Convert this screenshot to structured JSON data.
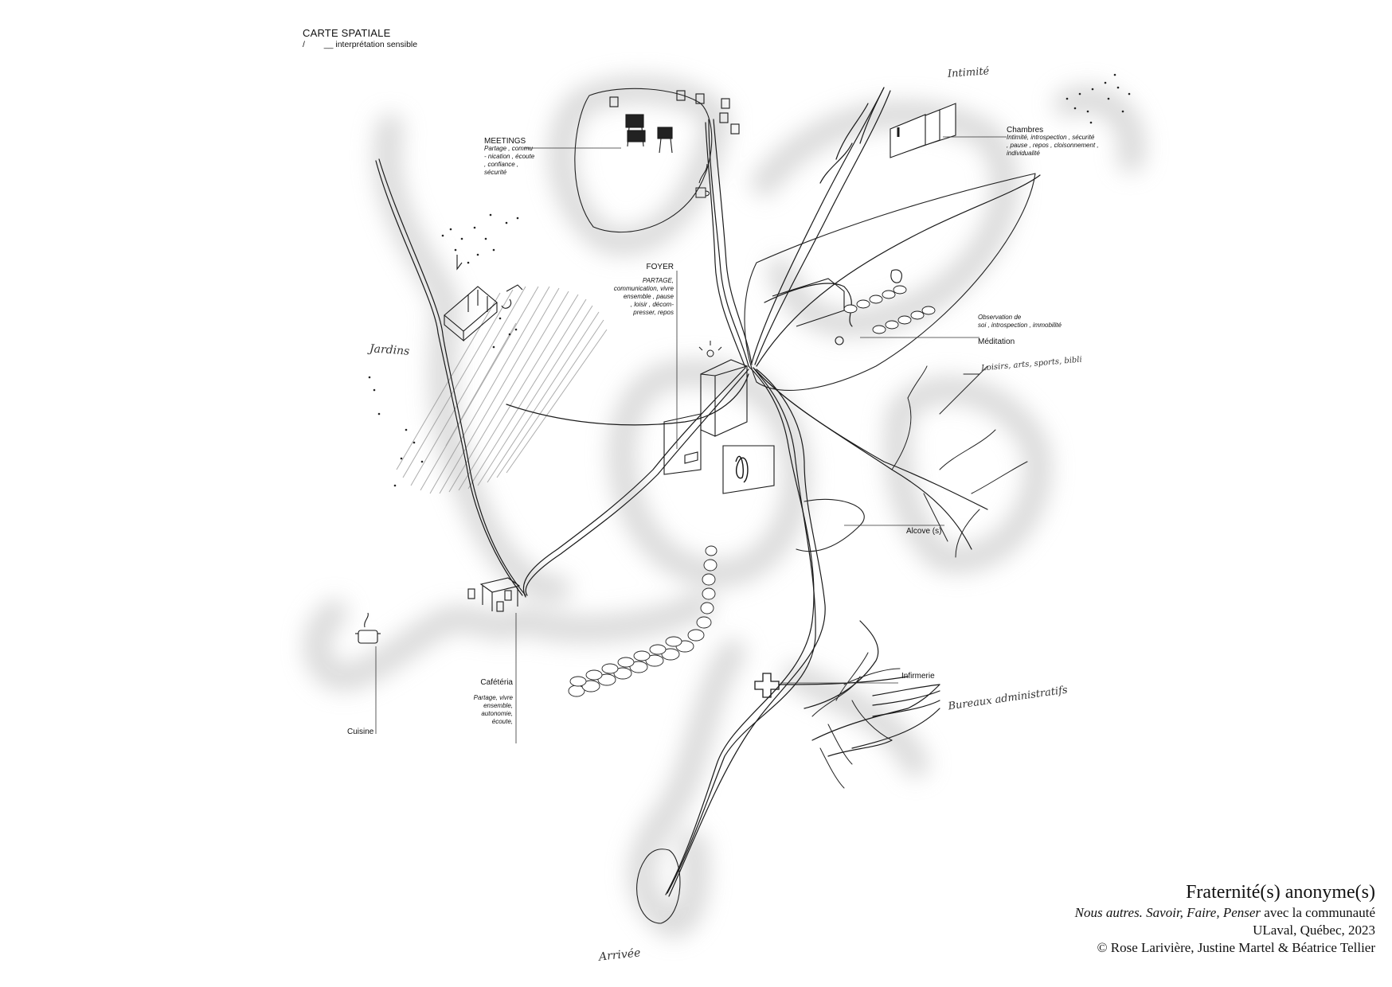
{
  "header": {
    "title": "CARTE SPATIALE",
    "subtitle_prefix": "/",
    "subtitle_dash": "__",
    "subtitle": "interprétation sensible"
  },
  "zones": {
    "meetings": {
      "title": "MEETINGS",
      "keywords": "Partage , commu\n- nication , écoute\n, confiance ,\nsécurité"
    },
    "foyer": {
      "title": "FOYER",
      "keywords": "PARTAGE,\ncommunication, vivre\nensemble ,  pause\n, loisir , décom-\npresser, repos"
    },
    "chambres": {
      "title": "Chambres",
      "keywords": "Intimité, introspection , sécurité\n, pause , repos , cloisonnement ,\nindividualité"
    },
    "meditation": {
      "keywords": "Observation de\nsoi , introspection , immobilité",
      "title": "Méditation"
    },
    "alcove": {
      "title": "Alcove (s)"
    },
    "infirmerie": {
      "title": "Infirmerie"
    },
    "cafeteria": {
      "title": "Cafétéria",
      "keywords": "Partage, vivre\nensemble,\nautonomie,\nécoute,"
    },
    "cuisine": {
      "title": "Cuisine"
    }
  },
  "handwritten": {
    "intimite": "Intimité",
    "jardins": "Jardins",
    "loisirs": "Loisirs, arts, sports, bibli",
    "bureaux": "Bureaux administratifs",
    "arrivee": "Arrivée"
  },
  "credits": {
    "title": "Fraternité(s) anonyme(s)",
    "line1_italic": "Nous autres. Savoir, Faire, Penser",
    "line1_regular": " avec la communauté",
    "line2": "ULaval, Québec, 2023",
    "line3": "© Rose Larivière, Justine Martel & Béatrice Tellier"
  },
  "colors": {
    "background": "#ffffff",
    "ink": "#111111",
    "shadow": "#d9d9d9"
  },
  "icons": [
    "chair-icon",
    "table-icon",
    "mug-icon",
    "pot-icon",
    "medical-cross-icon",
    "lamp-icon",
    "bed-panel-icon"
  ]
}
